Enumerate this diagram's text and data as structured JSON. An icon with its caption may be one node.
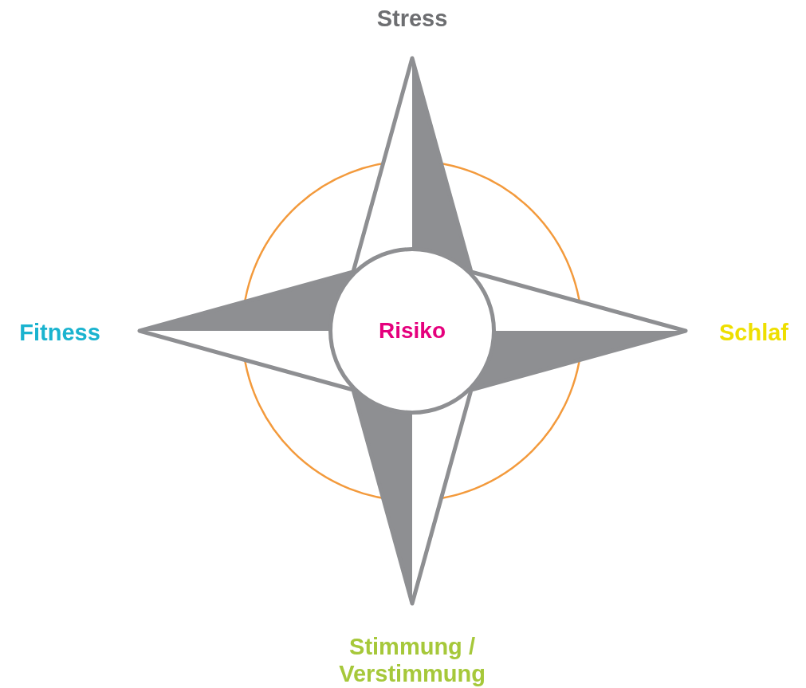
{
  "diagram": {
    "nodes": [
      {
        "text": [
          "Risiko"
        ]
      }
    ],
    "labels": [
      "Stress",
      "Fitness",
      "Schlaf",
      "Stimmung / Verstimmung"
    ]
  }
}
